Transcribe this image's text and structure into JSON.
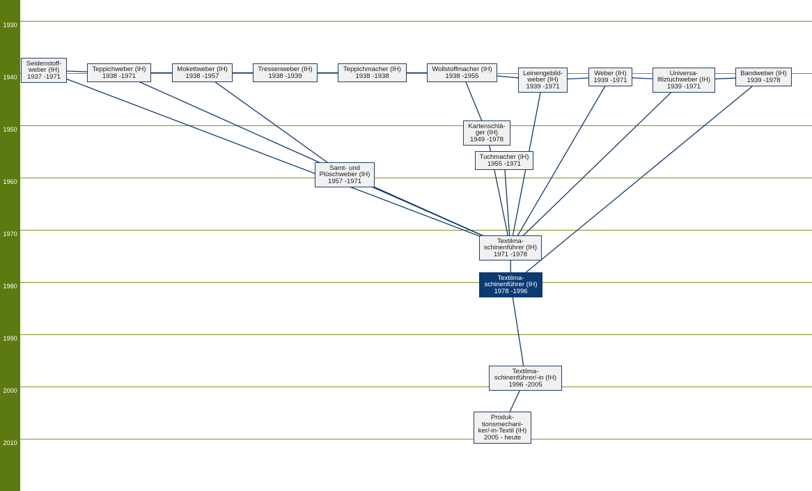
{
  "timeline": {
    "color": "#5c7a10",
    "years": [
      "1930",
      "1940",
      "1950",
      "1960",
      "1970",
      "1980",
      "1990",
      "2000",
      "2010"
    ]
  },
  "colors": {
    "link": "#0c3a72",
    "node_bg": "#f1f1f1",
    "current_bg": "#0c3a72"
  },
  "nodes": {
    "seidenstoffweber": {
      "lines": [
        "Seidenstoff-",
        "weber (IH)",
        "1937 -1971"
      ]
    },
    "teppichweber": {
      "lines": [
        "Teppichweber (IH)",
        "1938 -1971"
      ]
    },
    "mokettweber": {
      "lines": [
        "Mokettweber (IH)",
        "1938 -1957"
      ]
    },
    "tressenweber": {
      "lines": [
        "Tressenweber (IH)",
        "1938 -1939"
      ]
    },
    "teppichmacher": {
      "lines": [
        "Teppichmacher (IH)",
        "1938 -1938"
      ]
    },
    "wollstoffmacher": {
      "lines": [
        "Wollstoffmacher (IH)",
        "1938 -1955"
      ]
    },
    "leinengebildweber": {
      "lines": [
        "Leinengebild-",
        "weber (IH)",
        "1939 -1971"
      ]
    },
    "weber": {
      "lines": [
        "Weber (IH)",
        "1939 -1971"
      ]
    },
    "universalfilztuchweber": {
      "lines": [
        "Universa-",
        "lfilztuchweber (IH)",
        "1939 -1971"
      ]
    },
    "bandweber": {
      "lines": [
        "Bandweber (IH)",
        "1939 -1978"
      ]
    },
    "kartenschlaeger": {
      "lines": [
        "Kartenschlä-",
        "ger (IH)",
        "1949 -1978"
      ]
    },
    "tuchmacher": {
      "lines": [
        "Tuchmacher (IH)",
        "1955 -1971"
      ]
    },
    "samtpluesch": {
      "lines": [
        "Samt- und",
        "Plüschweber (IH)",
        "1957 -1971"
      ]
    },
    "textil1971": {
      "lines": [
        "Textilma-",
        "schinenführer (IH)",
        "1971 -1978"
      ]
    },
    "textil1978": {
      "lines": [
        "Textilma-",
        "schinenführer (IH)",
        "1978 -1996"
      ]
    },
    "textil1996": {
      "lines": [
        "Textilma-",
        "schinenführer/-in (IH)",
        "1996 -2005"
      ]
    },
    "produktion": {
      "lines": [
        "Produk-",
        "tionsmechani-",
        "ker/-in-Textil (IH)",
        "2005 - heute"
      ]
    }
  },
  "links": [
    [
      "seidenstoffweber",
      "textil1971"
    ],
    [
      "teppichweber",
      "textil1971"
    ],
    [
      "mokettweber",
      "samtpluesch"
    ],
    [
      "samtpluesch",
      "textil1971"
    ],
    [
      "wollstoffmacher",
      "kartenschlaeger"
    ],
    [
      "kartenschlaeger",
      "textil1971"
    ],
    [
      "tuchmacher",
      "textil1971"
    ],
    [
      "leinengebildweber",
      "textil1971"
    ],
    [
      "weber",
      "textil1971"
    ],
    [
      "universalfilztuchweber",
      "textil1971"
    ],
    [
      "bandweber",
      "textil1978"
    ],
    [
      "textil1971",
      "textil1978"
    ],
    [
      "textil1978",
      "textil1996"
    ],
    [
      "textil1996",
      "produktion"
    ],
    [
      "seidenstoffweber",
      "teppichweber"
    ],
    [
      "teppichweber",
      "mokettweber"
    ],
    [
      "mokettweber",
      "tressenweber"
    ],
    [
      "tressenweber",
      "teppichmacher"
    ],
    [
      "teppichmacher",
      "wollstoffmacher"
    ],
    [
      "wollstoffmacher",
      "leinengebildweber"
    ],
    [
      "leinengebildweber",
      "weber"
    ],
    [
      "weber",
      "universalfilztuchweber"
    ],
    [
      "universalfilztuchweber",
      "bandweber"
    ]
  ]
}
